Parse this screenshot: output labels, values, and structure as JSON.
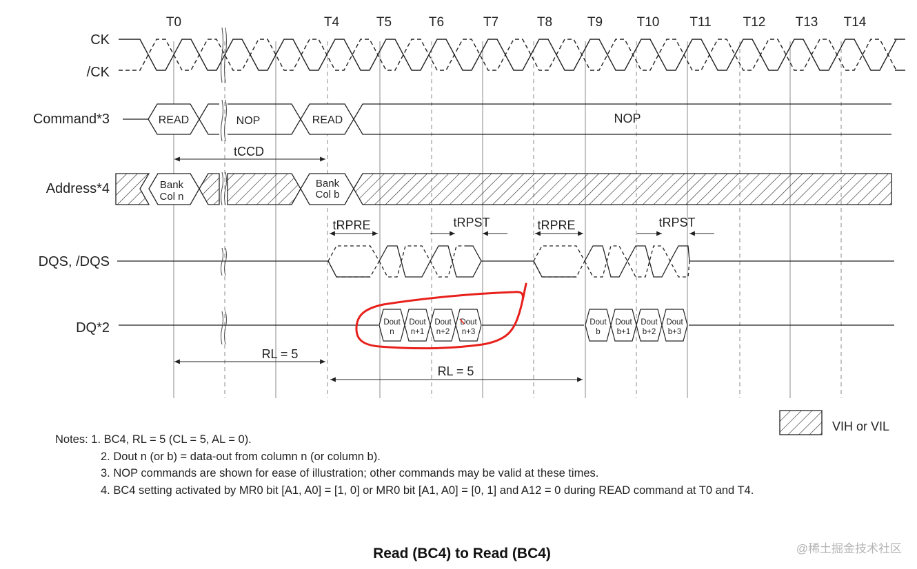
{
  "colors": {
    "ink": "#222222",
    "grid": "#888888",
    "annotation": "#e8201c",
    "watermark": "#b5b5b5"
  },
  "ticks": [
    "T0",
    "",
    "",
    "",
    "T4",
    "T5",
    "T6",
    "T7",
    "T8",
    "T9",
    "T10",
    "T11",
    "T12",
    "T13",
    "T14"
  ],
  "signals": {
    "ck": "CK",
    "ck_n": "/CK",
    "command": "Command*3",
    "address": "Address*4",
    "dqs": "DQS, /DQS",
    "dq": "DQ*2"
  },
  "commands": {
    "read1": "READ",
    "nop1": "NOP",
    "read2": "READ",
    "nop2": "NOP"
  },
  "addresses": {
    "a1": {
      "line1": "Bank",
      "line2": "Col n"
    },
    "a2": {
      "line1": "Bank",
      "line2": "Col b"
    }
  },
  "timing": {
    "tccd": "tCCD",
    "trpre1": "tRPRE",
    "trpst1": "tRPST",
    "trpre2": "tRPRE",
    "trpst2": "tRPST",
    "rl1": "RL = 5",
    "rl2": "RL = 5"
  },
  "dq_bursts": [
    {
      "top": "Dout",
      "bottom": "n"
    },
    {
      "top": "Dout",
      "bottom": "n+1"
    },
    {
      "top": "Dout",
      "bottom": "n+2"
    },
    {
      "top": "Dout",
      "bottom": "n+3"
    },
    {
      "top": "Dout",
      "bottom": "b"
    },
    {
      "top": "Dout",
      "bottom": "b+1"
    },
    {
      "top": "Dout",
      "bottom": "b+2"
    },
    {
      "top": "Dout",
      "bottom": "b+3"
    }
  ],
  "legend": {
    "label": "VIH or VIL"
  },
  "notes": [
    "Notes:  1. BC4, RL = 5 (CL = 5, AL = 0).",
    "2. Dout n (or b) = data-out from column n (or column b).",
    "3. NOP commands are shown for ease of illustration; other commands may be valid at these times.",
    "4. BC4 setting activated by MR0 bit [A1, A0] = [1, 0] or MR0 bit [A1, A0] = [0, 1] and A12 = 0 during READ command at T0 and T4."
  ],
  "caption": "Read (BC4) to Read (BC4)",
  "watermark": "@稀土掘金技术社区"
}
